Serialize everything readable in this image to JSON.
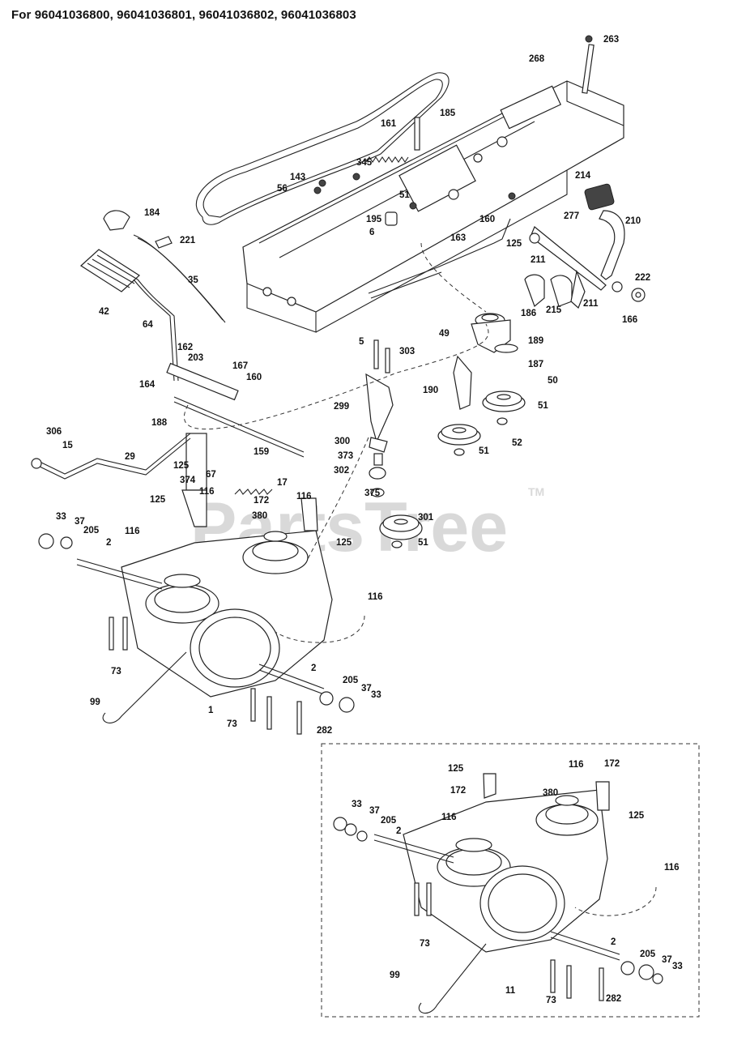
{
  "header": {
    "title": "For 96041036800, 96041036801, 96041036802, 96041036803"
  },
  "watermark": {
    "text": "PartsTree",
    "trademark": "TM"
  },
  "callouts_main": [
    "263",
    "268",
    "185",
    "161",
    "345",
    "143",
    "56",
    "51",
    "195",
    "6",
    "214",
    "210",
    "277",
    "160",
    "125",
    "211",
    "163",
    "222",
    "184",
    "221",
    "211",
    "215",
    "166",
    "35",
    "186",
    "42",
    "49",
    "189",
    "64",
    "303",
    "5",
    "187",
    "162",
    "203",
    "167",
    "160",
    "164",
    "50",
    "190",
    "188",
    "299",
    "51",
    "306",
    "300",
    "373",
    "52",
    "15",
    "51",
    "29",
    "159",
    "302",
    "125",
    "374",
    "67",
    "17",
    "116",
    "375",
    "125",
    "172",
    "116",
    "301",
    "380",
    "33",
    "37",
    "205",
    "116",
    "125",
    "51",
    "2",
    "116",
    "73",
    "2",
    "205",
    "37",
    "33",
    "99",
    "1",
    "73",
    "282"
  ],
  "callouts_inset": [
    "125",
    "116",
    "172",
    "172",
    "380",
    "125",
    "33",
    "37",
    "205",
    "116",
    "2",
    "116",
    "73",
    "99",
    "11",
    "2",
    "205",
    "37",
    "33",
    "73",
    "282"
  ],
  "colors": {
    "ink": "#222222",
    "watermark": "#d9d9d9",
    "background": "#ffffff"
  }
}
